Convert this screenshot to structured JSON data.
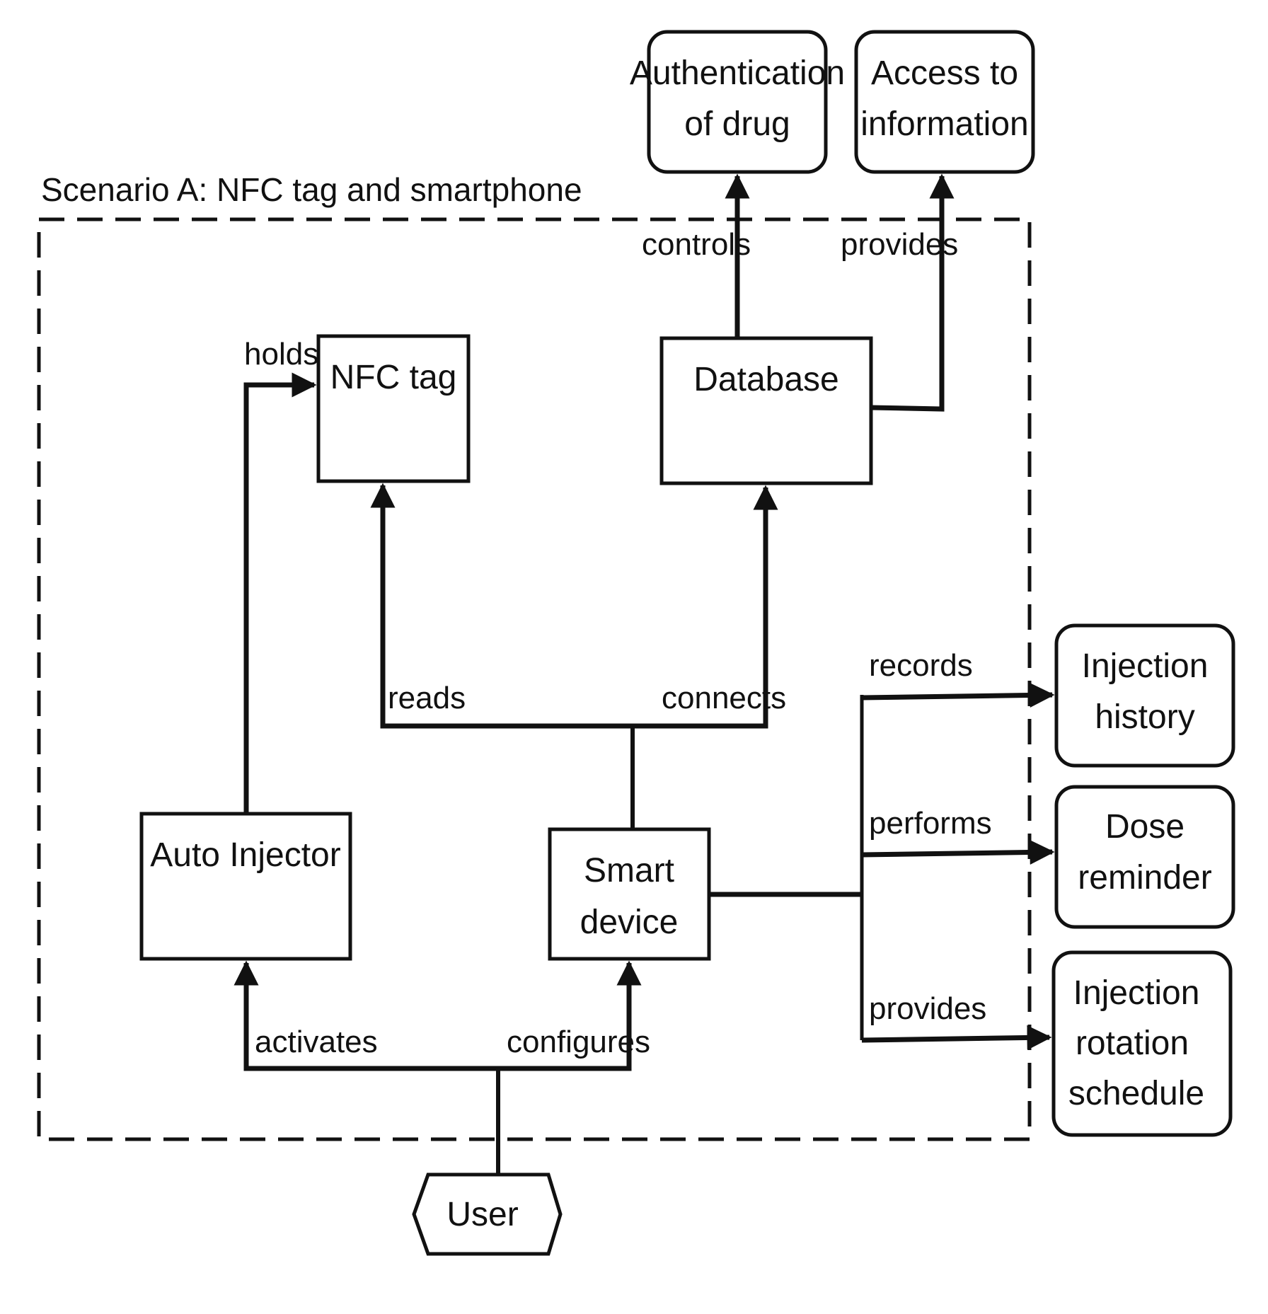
{
  "scenario": {
    "label": "Scenario A: NFC tag and smartphone"
  },
  "nodes": {
    "authentication": {
      "line1": "Authentication",
      "line2": "of drug"
    },
    "access": {
      "line1": "Access to",
      "line2": "information"
    },
    "nfc_tag": {
      "label": "NFC tag"
    },
    "database": {
      "label": "Database"
    },
    "auto_injector": {
      "label": "Auto Injector"
    },
    "smart_device": {
      "line1": "Smart",
      "line2": "device"
    },
    "injection_history": {
      "line1": "Injection",
      "line2": "history"
    },
    "dose_reminder": {
      "line1": "Dose",
      "line2": "reminder"
    },
    "rotation_schedule": {
      "line1": "Injection",
      "line2": "rotation",
      "line3": "schedule"
    },
    "user": {
      "label": "User"
    }
  },
  "edges": {
    "controls": "controls",
    "provides_info": "provides",
    "holds": "holds",
    "reads": "reads",
    "connects": "connects",
    "records": "records",
    "performs": "performs",
    "provides_schedule": "provides",
    "activates": "activates",
    "configures": "configures"
  }
}
